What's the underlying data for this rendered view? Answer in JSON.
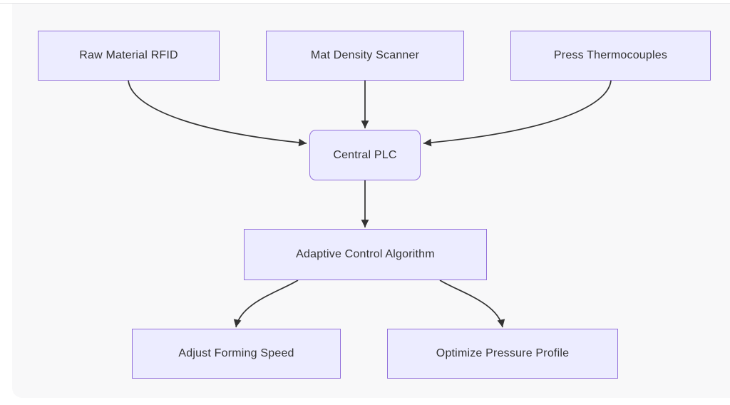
{
  "diagram": {
    "type": "flowchart",
    "direction": "top-down",
    "colors": {
      "panel_background": "#f8f8f9",
      "node_fill": "#ECECFF",
      "node_border": "#9370DB",
      "node_text": "#333333",
      "edge": "#333333"
    },
    "nodes": [
      {
        "id": "raw-material-rfid",
        "label": "Raw Material RFID",
        "shape": "rect"
      },
      {
        "id": "mat-density-scanner",
        "label": "Mat Density Scanner",
        "shape": "rect"
      },
      {
        "id": "press-thermocouples",
        "label": "Press Thermocouples",
        "shape": "rect"
      },
      {
        "id": "central-plc",
        "label": "Central PLC",
        "shape": "rounded-rect"
      },
      {
        "id": "adaptive-control-algorithm",
        "label": "Adaptive Control Algorithm",
        "shape": "rect"
      },
      {
        "id": "adjust-forming-speed",
        "label": "Adjust Forming Speed",
        "shape": "rect"
      },
      {
        "id": "optimize-pressure-profile",
        "label": "Optimize Pressure Profile",
        "shape": "rect"
      }
    ],
    "edges": [
      {
        "from": "raw-material-rfid",
        "to": "central-plc"
      },
      {
        "from": "mat-density-scanner",
        "to": "central-plc"
      },
      {
        "from": "press-thermocouples",
        "to": "central-plc"
      },
      {
        "from": "central-plc",
        "to": "adaptive-control-algorithm"
      },
      {
        "from": "adaptive-control-algorithm",
        "to": "adjust-forming-speed"
      },
      {
        "from": "adaptive-control-algorithm",
        "to": "optimize-pressure-profile"
      }
    ]
  }
}
